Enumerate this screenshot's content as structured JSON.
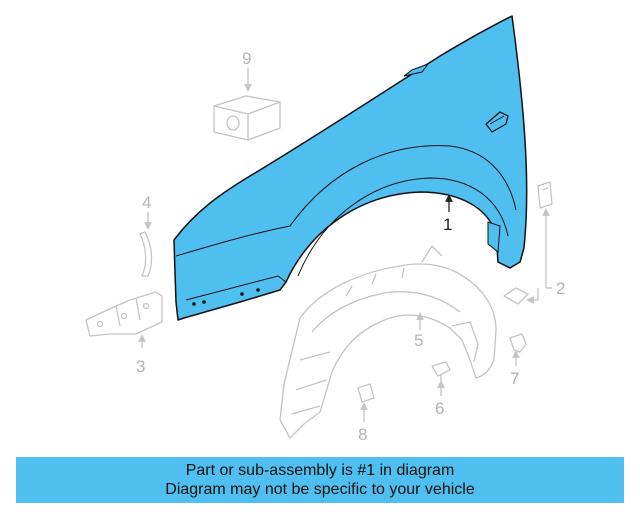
{
  "diagram": {
    "callouts": {
      "c1": "1",
      "c2": "2",
      "c3": "3",
      "c4": "4",
      "c5": "5",
      "c6": "6",
      "c7": "7",
      "c8": "8",
      "c9": "9"
    },
    "highlight_color": "#4fbff0",
    "ghost_color": "#c4c4c4"
  },
  "banner": {
    "line1": "Part or sub-assembly is #1 in diagram",
    "line2": "Diagram may not be specific to your vehicle"
  }
}
